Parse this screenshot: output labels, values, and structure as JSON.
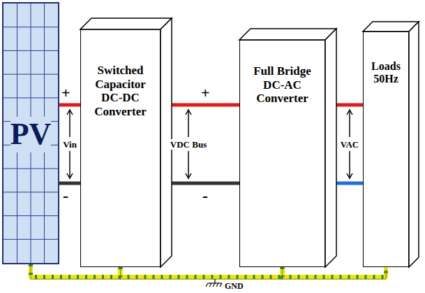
{
  "diagram": {
    "nodes": [
      {
        "text": [
          "PV"
        ]
      },
      {
        "text": [
          "Switched Capacitor DC-DC Converter"
        ]
      },
      {
        "text": [
          "Full Bridge DC-AC Converter"
        ]
      },
      {
        "text": [
          "Loads 50Hz"
        ]
      }
    ],
    "edges": [
      {
        "from": 0,
        "to": 1,
        "arrow": "none"
      },
      {
        "from": 0,
        "to": 1,
        "arrow": "none"
      },
      {
        "from": 1,
        "to": 2,
        "arrow": "none"
      },
      {
        "from": 1,
        "to": 2,
        "arrow": "none"
      },
      {
        "from": 2,
        "to": 3,
        "arrow": "none"
      },
      {
        "from": 2,
        "to": 3,
        "arrow": "none"
      },
      {
        "from": 0,
        "to": 1,
        "arrow": "none"
      },
      {
        "from": 1,
        "to": 2,
        "arrow": "none"
      },
      {
        "from": 2,
        "to": 3,
        "arrow": "none"
      }
    ],
    "labels": [
      "+",
      "-",
      "Vin",
      "+",
      "-",
      "VDC Bus",
      "VAC",
      "GND"
    ]
  }
}
